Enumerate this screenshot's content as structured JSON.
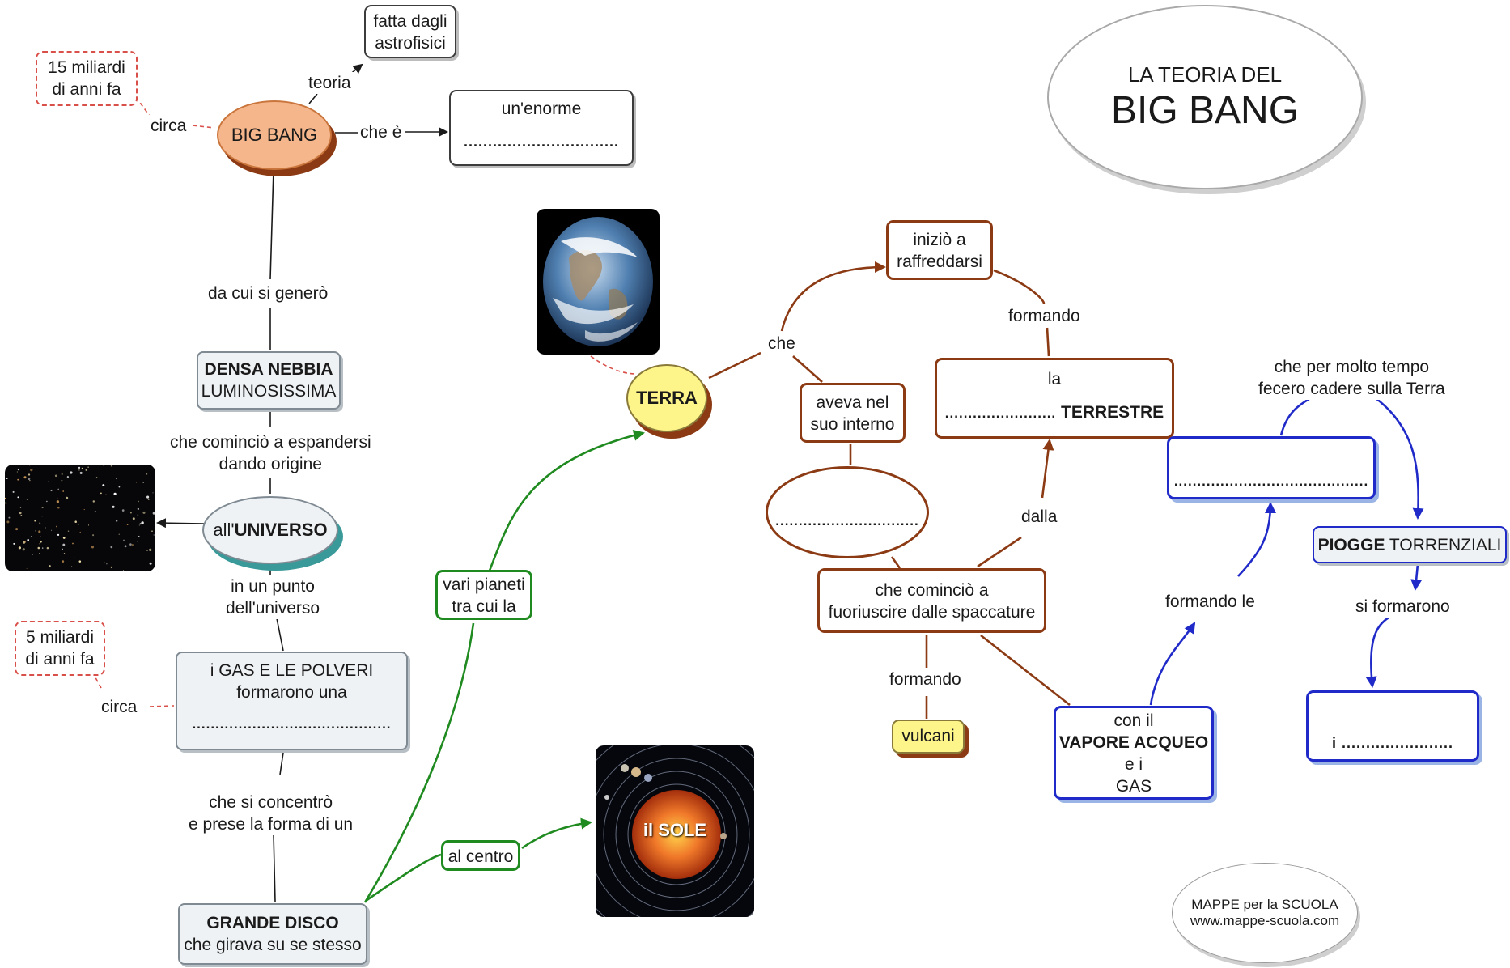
{
  "title": {
    "line1": "LA TEORIA DEL",
    "line2": "BIG BANG"
  },
  "credit": {
    "line1": "MAPPE per la SCUOLA",
    "line2": "www.mappe-scuola.com"
  },
  "nodes": {
    "big_bang": "BIG BANG",
    "fifteen_billion": {
      "line1": "15 miliardi",
      "line2": "di anni fa"
    },
    "astrophysicists": {
      "line1": "fatta dagli",
      "line2": "astrofisici"
    },
    "enormous": {
      "line1": "un'enorme",
      "line2": "................................"
    },
    "dense_fog": {
      "line1": "DENSA NEBBIA",
      "line2": "LUMINOSISSIMA"
    },
    "universe": {
      "prefix": "all'",
      "main": "UNIVERSO"
    },
    "five_billion": {
      "line1": "5 miliardi",
      "line2": "di anni fa"
    },
    "gas_dust": {
      "line1": "i GAS E LE POLVERI",
      "line2": "formarono una",
      "line3": "..........................................."
    },
    "big_disk": {
      "line1": "GRANDE DISCO",
      "line2": "che girava su se stesso"
    },
    "planets": {
      "line1": "vari pianeti",
      "line2": "tra cui la"
    },
    "earth": "TERRA",
    "sun": "il SOLE",
    "started_cooling": {
      "line1": "iniziò a",
      "line2": "raffreddarsi"
    },
    "had_inside": {
      "line1": "aveva nel",
      "line2": "suo interno"
    },
    "inner_blank": "...............................",
    "crust": {
      "line1": "la",
      "dots": "........................",
      "word": "TERRESTRE"
    },
    "began_leaking": {
      "line1": "che cominciò a",
      "line2": "fuoriuscire dalle spaccature"
    },
    "volcanoes": "vulcani",
    "vapor": {
      "line1": "con il",
      "line2": "VAPORE ACQUEO",
      "line3": "e i",
      "line4": "GAS"
    },
    "clouds_blank": "..........................................",
    "rains": {
      "main": "PIOGGE",
      "rest": " TORRENZIALI"
    },
    "seas_blank": "i ......................."
  },
  "links": {
    "teoria": "teoria",
    "circa_top": "circa",
    "che_e": "che è",
    "da_cui": "da cui si generò",
    "espandersi": {
      "line1": "che cominciò a espandersi",
      "line2": "dando origine"
    },
    "punto": {
      "line1": "in un punto",
      "line2": "dell'universo"
    },
    "circa_mid": "circa",
    "concentro": {
      "line1": "che si concentrò",
      "line2": "e prese la forma di un"
    },
    "al_centro": "al centro",
    "che": "che",
    "formando_top": "formando",
    "dalla": "dalla",
    "formando_volc": "formando",
    "formando_le": "formando le",
    "tempo": {
      "line1": "che per molto tempo",
      "line2": "fecero cadere sulla Terra"
    },
    "si_formarono": "si formarono"
  },
  "colors": {
    "brown": "#8b3a13",
    "green": "#1f8a1f",
    "blue": "#1f2ac8",
    "dashed_red": "#d9504a",
    "big_bang_fill": "#f6b68c",
    "earth_fill": "#fdf48a",
    "volcano_fill": "#fdf48a"
  },
  "icons": [
    "earth-photo",
    "starfield-photo",
    "solar-system-photo"
  ]
}
